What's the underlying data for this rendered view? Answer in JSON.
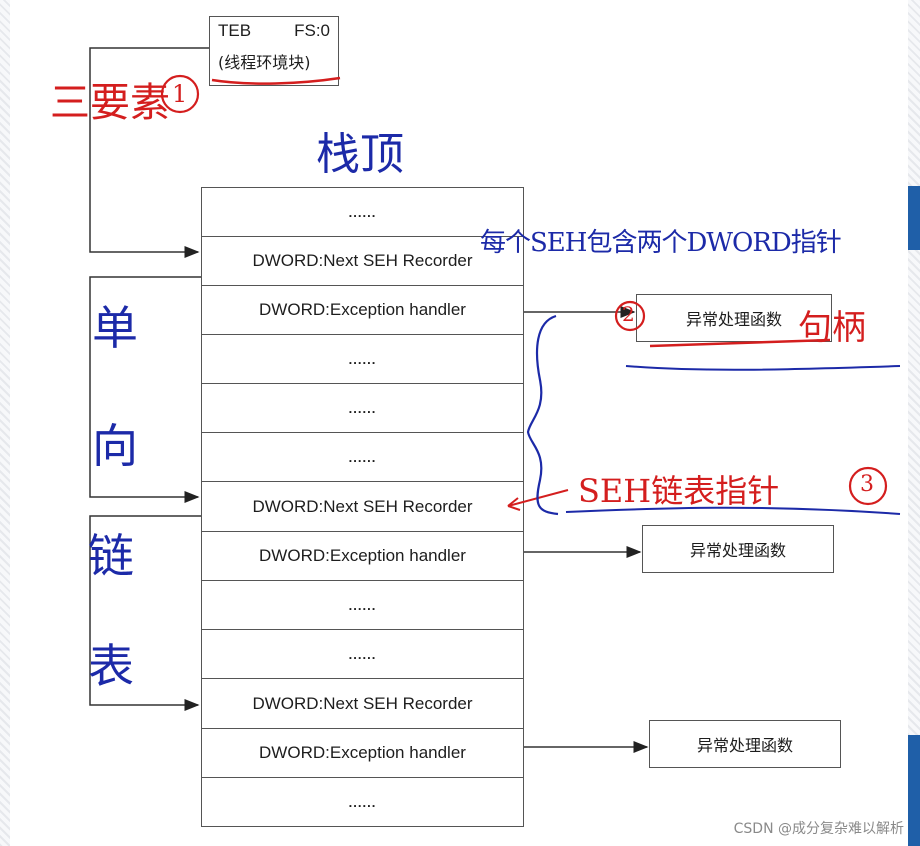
{
  "teb": {
    "line1_left": "TEB",
    "line1_right": "FS:0",
    "line2": "(线程环境块)"
  },
  "stack": [
    {
      "kind": "dots",
      "text": "......"
    },
    {
      "kind": "next",
      "text": "DWORD:Next SEH Recorder"
    },
    {
      "kind": "handler",
      "text": "DWORD:Exception handler"
    },
    {
      "kind": "dots",
      "text": "......"
    },
    {
      "kind": "dots",
      "text": "......"
    },
    {
      "kind": "dots",
      "text": "......"
    },
    {
      "kind": "next",
      "text": "DWORD:Next SEH Recorder"
    },
    {
      "kind": "handler",
      "text": "DWORD:Exception handler"
    },
    {
      "kind": "dots",
      "text": "......"
    },
    {
      "kind": "dots",
      "text": "......"
    },
    {
      "kind": "next",
      "text": "DWORD:Next SEH Recorder"
    },
    {
      "kind": "handler",
      "text": "DWORD:Exception handler"
    },
    {
      "kind": "dots",
      "text": "......"
    }
  ],
  "handler_boxes": [
    {
      "text": "异常处理函数"
    },
    {
      "text": "异常处理函数"
    },
    {
      "text": "异常处理函数"
    }
  ],
  "annotations": {
    "stack_top": "栈顶",
    "each_seh": "每个SEH包含两个DWORD指针",
    "handle": "句柄",
    "circle2": "2",
    "seh_chain_ptr": "SEH链表指针",
    "circle3": "3",
    "key_point": "三要素",
    "circle1": "1",
    "vertical_chars": [
      "单",
      "向",
      "链",
      "表"
    ]
  },
  "colors": {
    "blue_ink": "#1c2aa8",
    "red_ink": "#d41e1e",
    "accent": "#1f5fa8"
  },
  "watermark": "CSDN @成分复杂难以解析"
}
